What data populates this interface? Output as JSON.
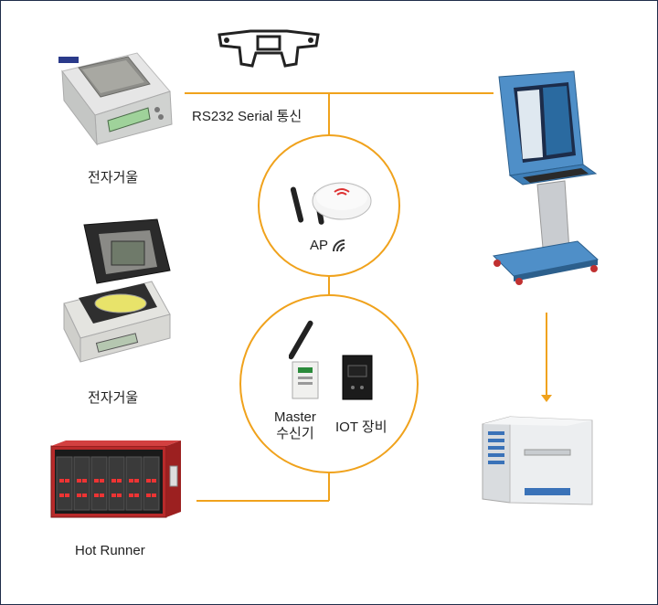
{
  "labels": {
    "serial": "RS232 Serial 통신",
    "scale1": "전자거울",
    "scale2": "전자거울",
    "hotrunner": "Hot Runner",
    "ap": "AP",
    "master_line1": "Master",
    "master_line2": "수신기",
    "iot": "IOT 장비"
  },
  "icons": {
    "ap_wifi": "wifi-icon",
    "bracket": "mount-frame-icon",
    "scale": "electronic-scale-icon",
    "moisture": "moisture-analyzer-icon",
    "hot_runner": "hot-runner-controller-icon",
    "kiosk": "kiosk-terminal-icon",
    "server": "server-tower-icon",
    "antenna": "wireless-receiver-icon",
    "iot_device": "iot-device-icon"
  },
  "colors": {
    "connector": "#f0a21c",
    "frame": "#1f2d4a"
  }
}
